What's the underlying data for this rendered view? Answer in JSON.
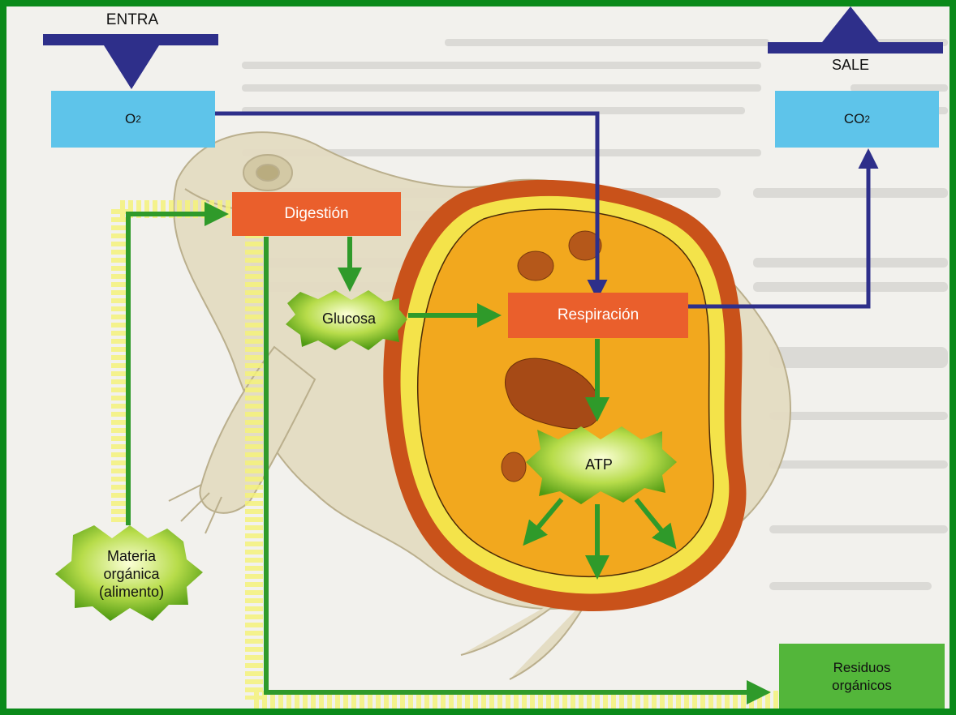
{
  "inputs": {
    "label": "ENTRA",
    "box": "O",
    "sub": "2"
  },
  "outputs": {
    "label": "SALE",
    "box": "CO",
    "sub": "2"
  },
  "processes": {
    "digestion": "Digestión",
    "respiration": "Respiración"
  },
  "molecules": {
    "glucose": "Glucosa",
    "atp": "ATP"
  },
  "food": {
    "line1": "Materia",
    "line2": "orgánica",
    "line3": "(alimento)"
  },
  "waste": {
    "line1": "Residuos",
    "line2": "orgánicos"
  },
  "colors": {
    "frame": "#0b8a1a",
    "arrow_blue": "#2e2f8a",
    "arrow_green": "#2f9a2a",
    "box_blue": "#5ec4ea",
    "box_orange": "#ea5f2c",
    "box_green": "#53b63a",
    "cell_outer": "#c9521a",
    "cell_inner": "#f2a81e",
    "cell_band": "#f4e34a"
  }
}
